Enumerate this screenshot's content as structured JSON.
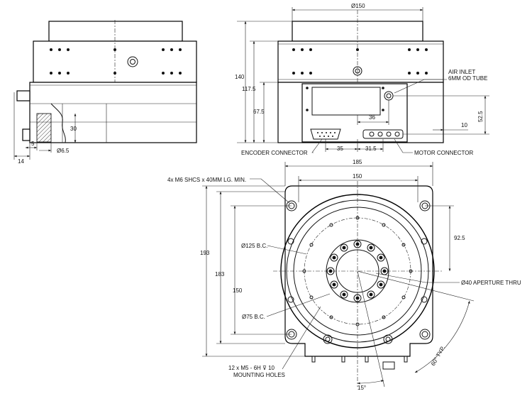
{
  "dimensions": {
    "dia_150_top": "Ø150",
    "h_140": "140",
    "h_117_5": "117.5",
    "h_67_5": "67.5",
    "d_36": "36",
    "h_52_5": "52.5",
    "d_10": "10",
    "d_35": "35",
    "d_31_5": "31.5",
    "h_30": "30",
    "d_5": "5",
    "dia_6_5": "Ø6.5",
    "d_14": "14",
    "w_185": "185",
    "w_150": "150",
    "h_92_5": "92.5",
    "h_193": "193",
    "h_183": "183",
    "h_150": "150",
    "angle_60": "60° TYP.",
    "angle_15": "15°"
  },
  "labels": {
    "air_inlet_1": "AIR INLET",
    "air_inlet_2": "6MM OD TUBE",
    "encoder_connector": "ENCODER CONNECTOR",
    "motor_connector": "MOTOR CONNECTOR",
    "shcs": "4x M6 SHCS x 40MM LG. MIN.",
    "bc125": "Ø125 B.C.",
    "bc75": "Ø75 B.C.",
    "aperture": "Ø40 APERTURE THRU",
    "mounting_1": "12 x M5 - 6H ⊽ 10",
    "mounting_2": "MOUNTING HOLES"
  }
}
